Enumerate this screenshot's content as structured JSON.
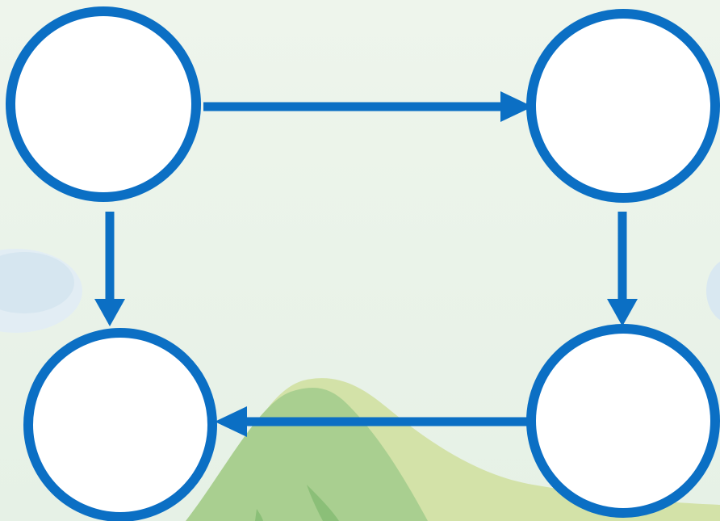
{
  "diagram": {
    "nodes": [
      {
        "id": "top-left",
        "label": ""
      },
      {
        "id": "top-right",
        "label": ""
      },
      {
        "id": "bottom-right",
        "label": ""
      },
      {
        "id": "bottom-left",
        "label": ""
      }
    ],
    "edges": [
      {
        "from": "top-left",
        "to": "top-right"
      },
      {
        "from": "top-right",
        "to": "bottom-right"
      },
      {
        "from": "bottom-right",
        "to": "bottom-left"
      },
      {
        "from": "top-left",
        "to": "bottom-left"
      }
    ],
    "colors": {
      "node_stroke": "#0b6fc4",
      "node_fill": "#ffffff",
      "arrow": "#0b6fc4",
      "background": "#eaf3e9",
      "cloud": "#dbeaf2",
      "hill_light": "#cfe0a4",
      "hill_dark": "#9cc98a"
    }
  }
}
